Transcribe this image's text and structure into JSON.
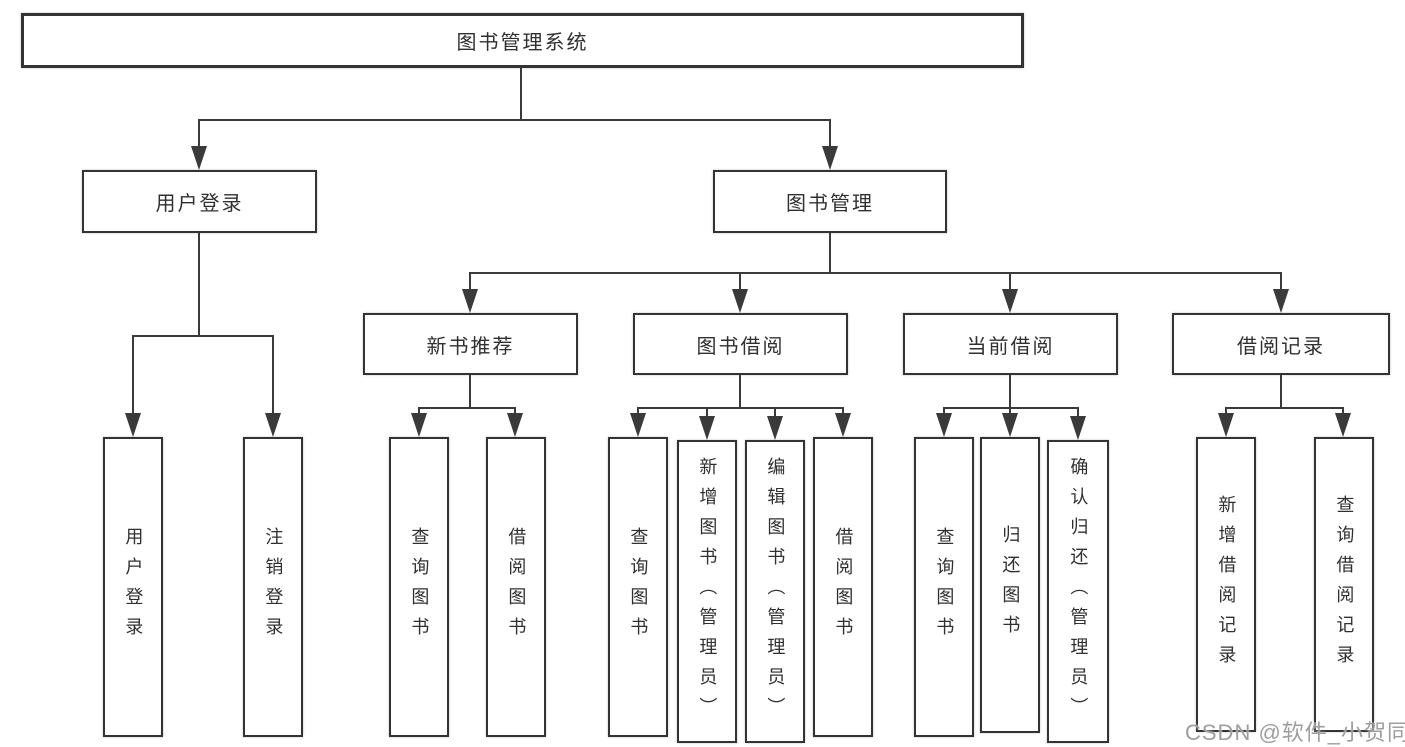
{
  "diagram": {
    "title": "图书管理系统",
    "watermark": "CSDN @软件_小贺同学",
    "colors": {
      "line": "#3a3a3a",
      "border": "#333333",
      "fill": "#ffffff",
      "text": "#303030",
      "watermark": "#9e9e9e",
      "background": "#ffffff"
    },
    "nodes": {
      "root": {
        "label": "图书管理系统"
      },
      "user_login": {
        "label": "用户登录"
      },
      "book_mgmt": {
        "label": "图书管理"
      },
      "new_books": {
        "label": "新书推荐"
      },
      "book_borrow": {
        "label": "图书借阅"
      },
      "current_borrow": {
        "label": "当前借阅"
      },
      "borrow_records": {
        "label": "借阅记录"
      }
    },
    "leaves": {
      "user_login": [
        "用户登录",
        "注销登录"
      ],
      "new_books": [
        "查询图书",
        "借阅图书"
      ],
      "book_borrow": [
        "查询图书",
        "新增图书（管理员）",
        "编辑图书（管理员）",
        "借阅图书"
      ],
      "current_borrow": [
        "查询图书",
        "归还图书",
        "确认归还（管理员）"
      ],
      "borrow_records": [
        "新增借阅记录",
        "查询借阅记录"
      ]
    }
  }
}
